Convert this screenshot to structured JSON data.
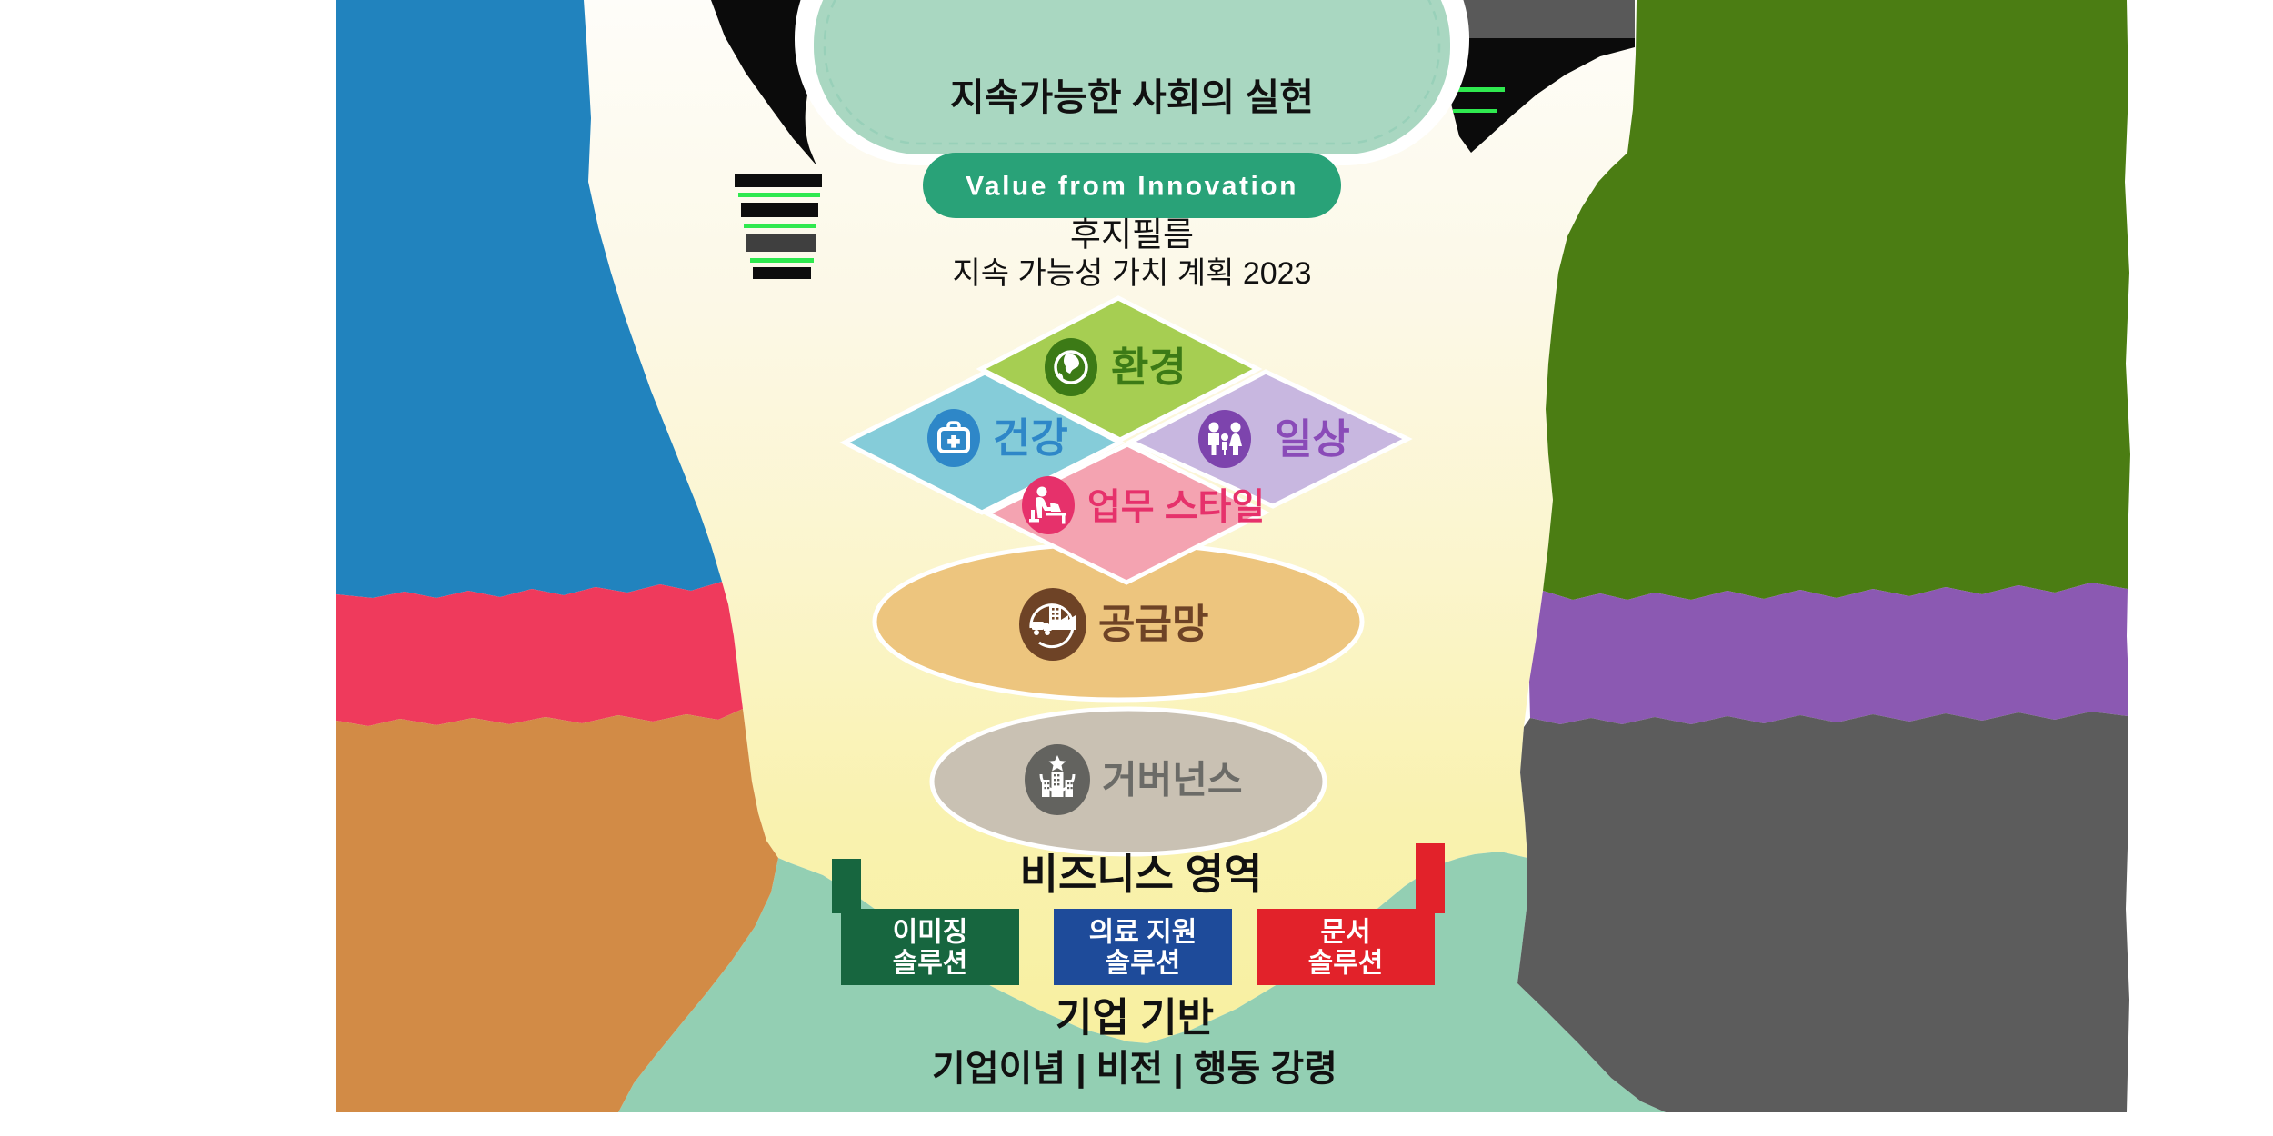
{
  "header": {
    "goal": "지속가능한 사회의 실현",
    "slogan": "Value from Innovation",
    "company": "후지필름",
    "plan": "지속 가능성 가치 계획 2023"
  },
  "priority_areas": [
    {
      "label": "환경",
      "icon": "globe-icon",
      "fill": "#a6ce52",
      "accent": "#3c7a16"
    },
    {
      "label": "건강",
      "icon": "first-aid-kit-icon",
      "fill": "#85ccd9",
      "accent": "#2e87c8"
    },
    {
      "label": "일상",
      "icon": "family-icon",
      "fill": "#c8b7e0",
      "accent": "#8a4bb8"
    },
    {
      "label": "업무 스타일",
      "icon": "desk-worker-icon",
      "fill": "#f4a3b1",
      "accent": "#e6316b"
    }
  ],
  "value_chain": [
    {
      "label": "공급망",
      "icon": "factory-truck-icon",
      "fill": "#edc57e",
      "accent": "#6e4326"
    },
    {
      "label": "거버넌스",
      "icon": "buildings-star-icon",
      "fill": "#c9c1b3",
      "accent": "#6b6b67"
    }
  ],
  "business": {
    "title": "비즈니스 영역",
    "segments": [
      {
        "lines": [
          "이미징",
          "솔루션"
        ],
        "color": "#17663f"
      },
      {
        "lines": [
          "의료 지원",
          "솔루션"
        ],
        "color": "#1e4b9a"
      },
      {
        "lines": [
          "문서",
          "솔루션"
        ],
        "color": "#e2222a"
      }
    ]
  },
  "corporate": {
    "title": "기업 기반",
    "subtitle": "기업이념 | 비전 | 행동 강령"
  },
  "palette": {
    "block_blue": "#2183be",
    "block_crimson": "#ef3a5c",
    "block_orange": "#d28b46",
    "block_green": "#4b7d13",
    "block_purple": "#8b59b2",
    "block_gray": "#5c5c5c",
    "band_teal": "#93cfb3",
    "capsule_mint": "#a9d7c1",
    "pill_green": "#29a278",
    "funnel_top": "#fefdf9",
    "funnel_bottom": "#f8f0a0",
    "text_black": "#111111"
  }
}
